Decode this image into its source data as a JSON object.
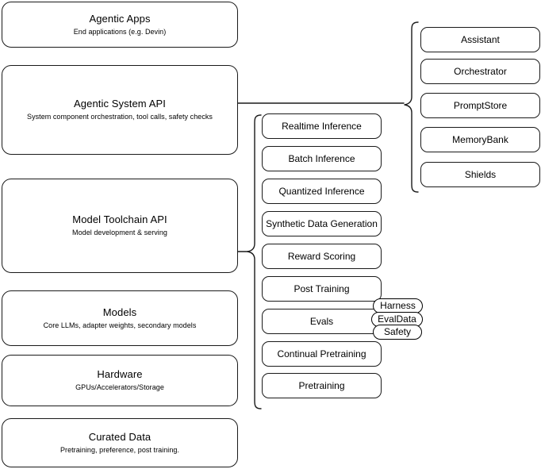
{
  "diagram": {
    "title": "AI stack layered architecture diagram",
    "background_color": "#ffffff",
    "stroke_color": "#1a1a1a"
  },
  "layers": [
    {
      "id": "agentic-apps",
      "title": "Agentic Apps",
      "subtitle": "End applications (e.g. Devin)"
    },
    {
      "id": "agentic-system-api",
      "title": "Agentic System API",
      "subtitle": "System component orchestration, tool calls, safety checks"
    },
    {
      "id": "model-toolchain-api",
      "title": "Model Toolchain API",
      "subtitle": "Model development & serving"
    },
    {
      "id": "models",
      "title": "Models",
      "subtitle": "Core LLMs, adapter weights, secondary models"
    },
    {
      "id": "hardware",
      "title": "Hardware",
      "subtitle": "GPUs/Accelerators/Storage"
    },
    {
      "id": "curated-data",
      "title": "Curated Data",
      "subtitle": "Pretraining, preference, post training."
    }
  ],
  "toolchain_capabilities": [
    {
      "id": "realtime-inference",
      "label": "Realtime Inference"
    },
    {
      "id": "batch-inference",
      "label": "Batch Inference"
    },
    {
      "id": "quantized-inference",
      "label": "Quantized Inference"
    },
    {
      "id": "synthetic-data-generation",
      "label": "Synthetic Data Generation"
    },
    {
      "id": "reward-scoring",
      "label": "Reward Scoring"
    },
    {
      "id": "post-training",
      "label": "Post Training"
    },
    {
      "id": "evals",
      "label": "Evals"
    },
    {
      "id": "continual-pretraining",
      "label": "Continual Pretraining"
    },
    {
      "id": "pretraining",
      "label": "Pretraining"
    }
  ],
  "evals_badges": [
    {
      "id": "harness",
      "label": "Harness"
    },
    {
      "id": "evaldata",
      "label": "EvalData"
    },
    {
      "id": "safety",
      "label": "Safety"
    }
  ],
  "agentic_components": [
    {
      "id": "assistant",
      "label": "Assistant"
    },
    {
      "id": "orchestrator",
      "label": "Orchestrator"
    },
    {
      "id": "promptstore",
      "label": "PromptStore"
    },
    {
      "id": "memorybank",
      "label": "MemoryBank"
    },
    {
      "id": "shields",
      "label": "Shields"
    }
  ]
}
